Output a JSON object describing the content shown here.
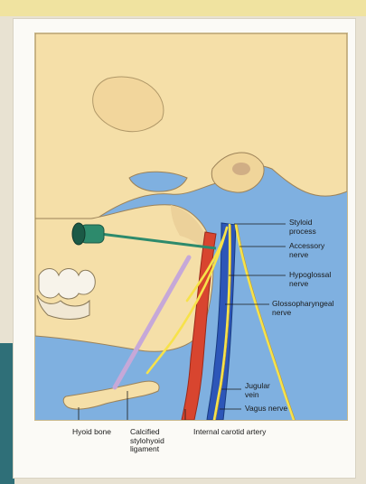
{
  "labels": {
    "styloid": "Styloid\nprocess",
    "accessory": "Accessory\nnerve",
    "hypoglossal": "Hypoglossal\nnerve",
    "glossopharyngeal": "Glossopharyngeal\nnerve",
    "jugular": "Jugular\nvein",
    "vagus": "Vagus nerve",
    "hyoid": "Hyoid bone",
    "stylohyoid": "Calcified\nstylohyoid\nligament",
    "carotid": "Internal carotid artery"
  },
  "colors": {
    "skin": "#f5dfa8",
    "blue_background": "#7fb0e0",
    "artery": "#d8452f",
    "vein": "#2d56b8",
    "nerve": "#f7e24a",
    "needle": "#2d8a6c"
  }
}
